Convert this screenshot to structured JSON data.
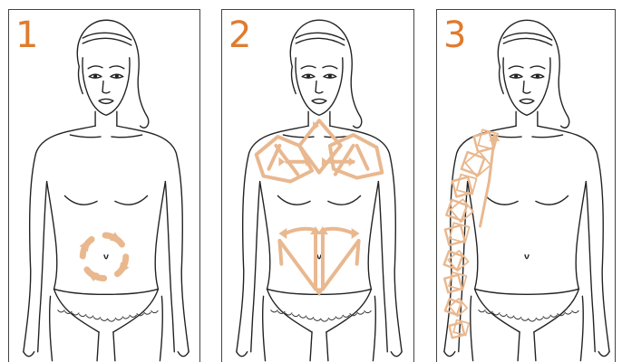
{
  "panels": [
    {
      "id": "p1",
      "number": "1"
    },
    {
      "id": "p2",
      "number": "2"
    },
    {
      "id": "p3",
      "number": "3"
    }
  ],
  "colors": {
    "number": "#e07b2e",
    "massage_mark": "#e9b88f",
    "outline": "#222222",
    "border": "#444444"
  },
  "icons": {
    "figure": "woman-figure-outline",
    "abdomen_circular": "circular-arrows-icon",
    "chest_pattern": "chest-massage-arrows-icon",
    "abdomen_pattern": "abdomen-massage-arrows-icon",
    "arm_pattern": "arm-massage-squares-icon"
  }
}
